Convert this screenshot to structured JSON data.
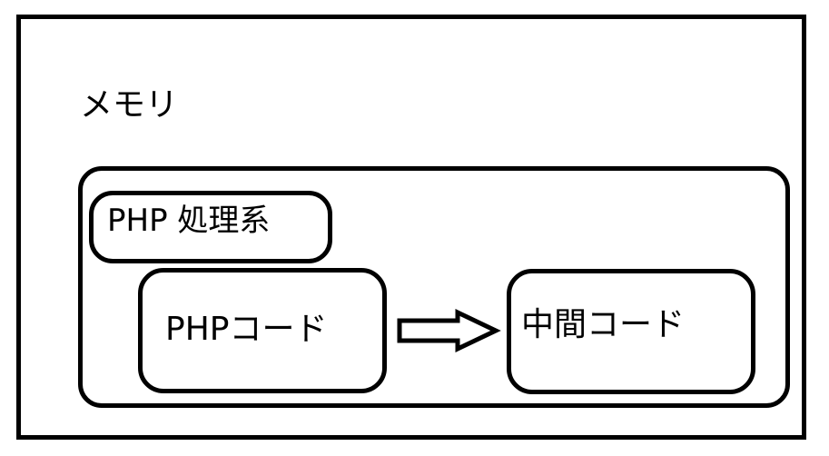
{
  "memory": {
    "label": "メモリ"
  },
  "engine": {
    "label": "PHP 処理系"
  },
  "php_code": {
    "label": "PHPコード"
  },
  "intermediate_code": {
    "label": "中間コード"
  },
  "arrow": {
    "icon": "right-arrow-icon"
  }
}
